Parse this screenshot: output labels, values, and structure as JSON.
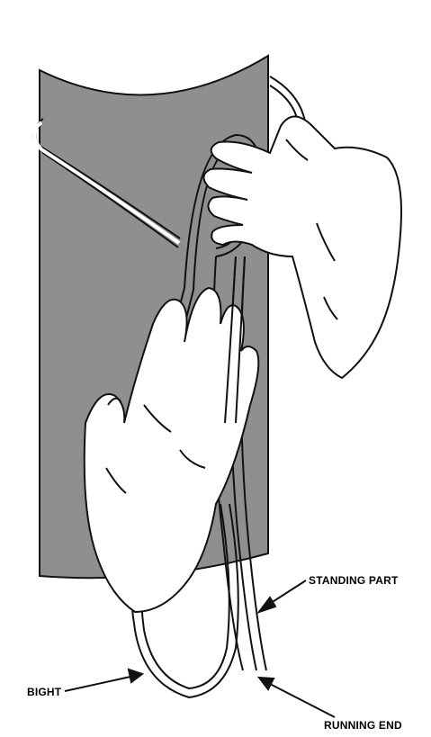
{
  "labels": {
    "standing_part": "STANDING PART",
    "bight": "BIGHT",
    "running_end": "RUNNING END"
  },
  "colors": {
    "post": "#8f8f8f",
    "ink": "#111111",
    "paper": "#ffffff"
  }
}
